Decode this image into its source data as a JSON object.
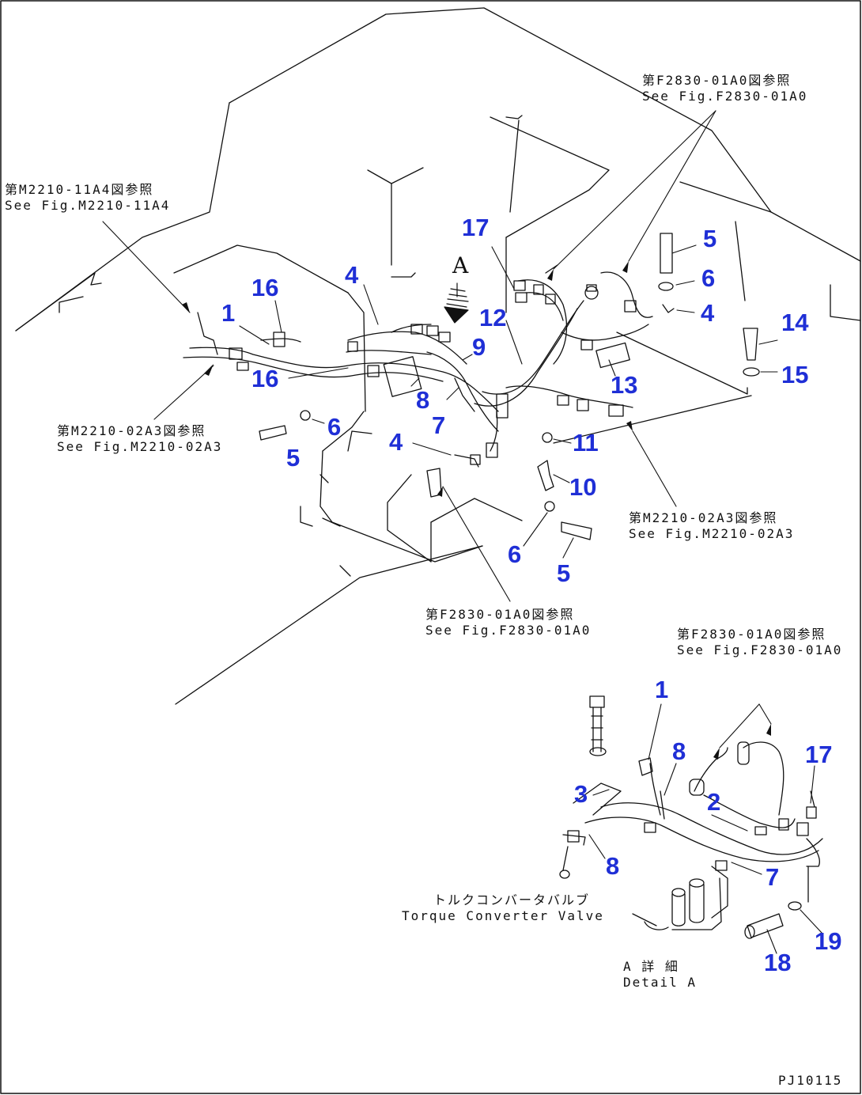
{
  "callouts": {
    "c1_main": "1",
    "c1_detail": "1",
    "c2": "2",
    "c3": "3",
    "c4_a": "4",
    "c4_b": "4",
    "c4_c": "4",
    "c5_a": "5",
    "c5_b": "5",
    "c5_c": "5",
    "c6_a": "6",
    "c6_b": "6",
    "c6_c": "6",
    "c7_main": "7",
    "c7_detail": "7",
    "c8_main": "8",
    "c8_detail_a": "8",
    "c8_detail_b": "8",
    "c9": "9",
    "c10": "10",
    "c11": "11",
    "c12": "12",
    "c13": "13",
    "c14": "14",
    "c15": "15",
    "c16_a": "16",
    "c16_b": "16",
    "c17_main": "17",
    "c17_detail": "17",
    "c18": "18",
    "c19": "19"
  },
  "references": {
    "ref_top_right": {
      "jp": "第F2830-01A0図参照",
      "en": "See Fig.F2830-01A0"
    },
    "ref_left_top": {
      "jp": "第M2210-11A4図参照",
      "en": "See Fig.M2210-11A4"
    },
    "ref_left_mid": {
      "jp": "第M2210-02A3図参照",
      "en": "See Fig.M2210-02A3"
    },
    "ref_right_mid": {
      "jp": "第M2210-02A3図参照",
      "en": "See Fig.M2210-02A3"
    },
    "ref_center_low": {
      "jp": "第F2830-01A0図参照",
      "en": "See Fig.F2830-01A0"
    },
    "ref_detail": {
      "jp": "第F2830-01A0図参照",
      "en": "See Fig.F2830-01A0"
    }
  },
  "view_marker": "A",
  "detail_view": {
    "jp": "A 詳 細",
    "en": "Detail A"
  },
  "torque_converter": {
    "jp": "トルクコンバータバルブ",
    "en": "Torque Converter Valve"
  },
  "figure_code": "PJ10115",
  "colors": {
    "callout": "#1f2fd6",
    "line": "#111111",
    "background": "#ffffff"
  }
}
